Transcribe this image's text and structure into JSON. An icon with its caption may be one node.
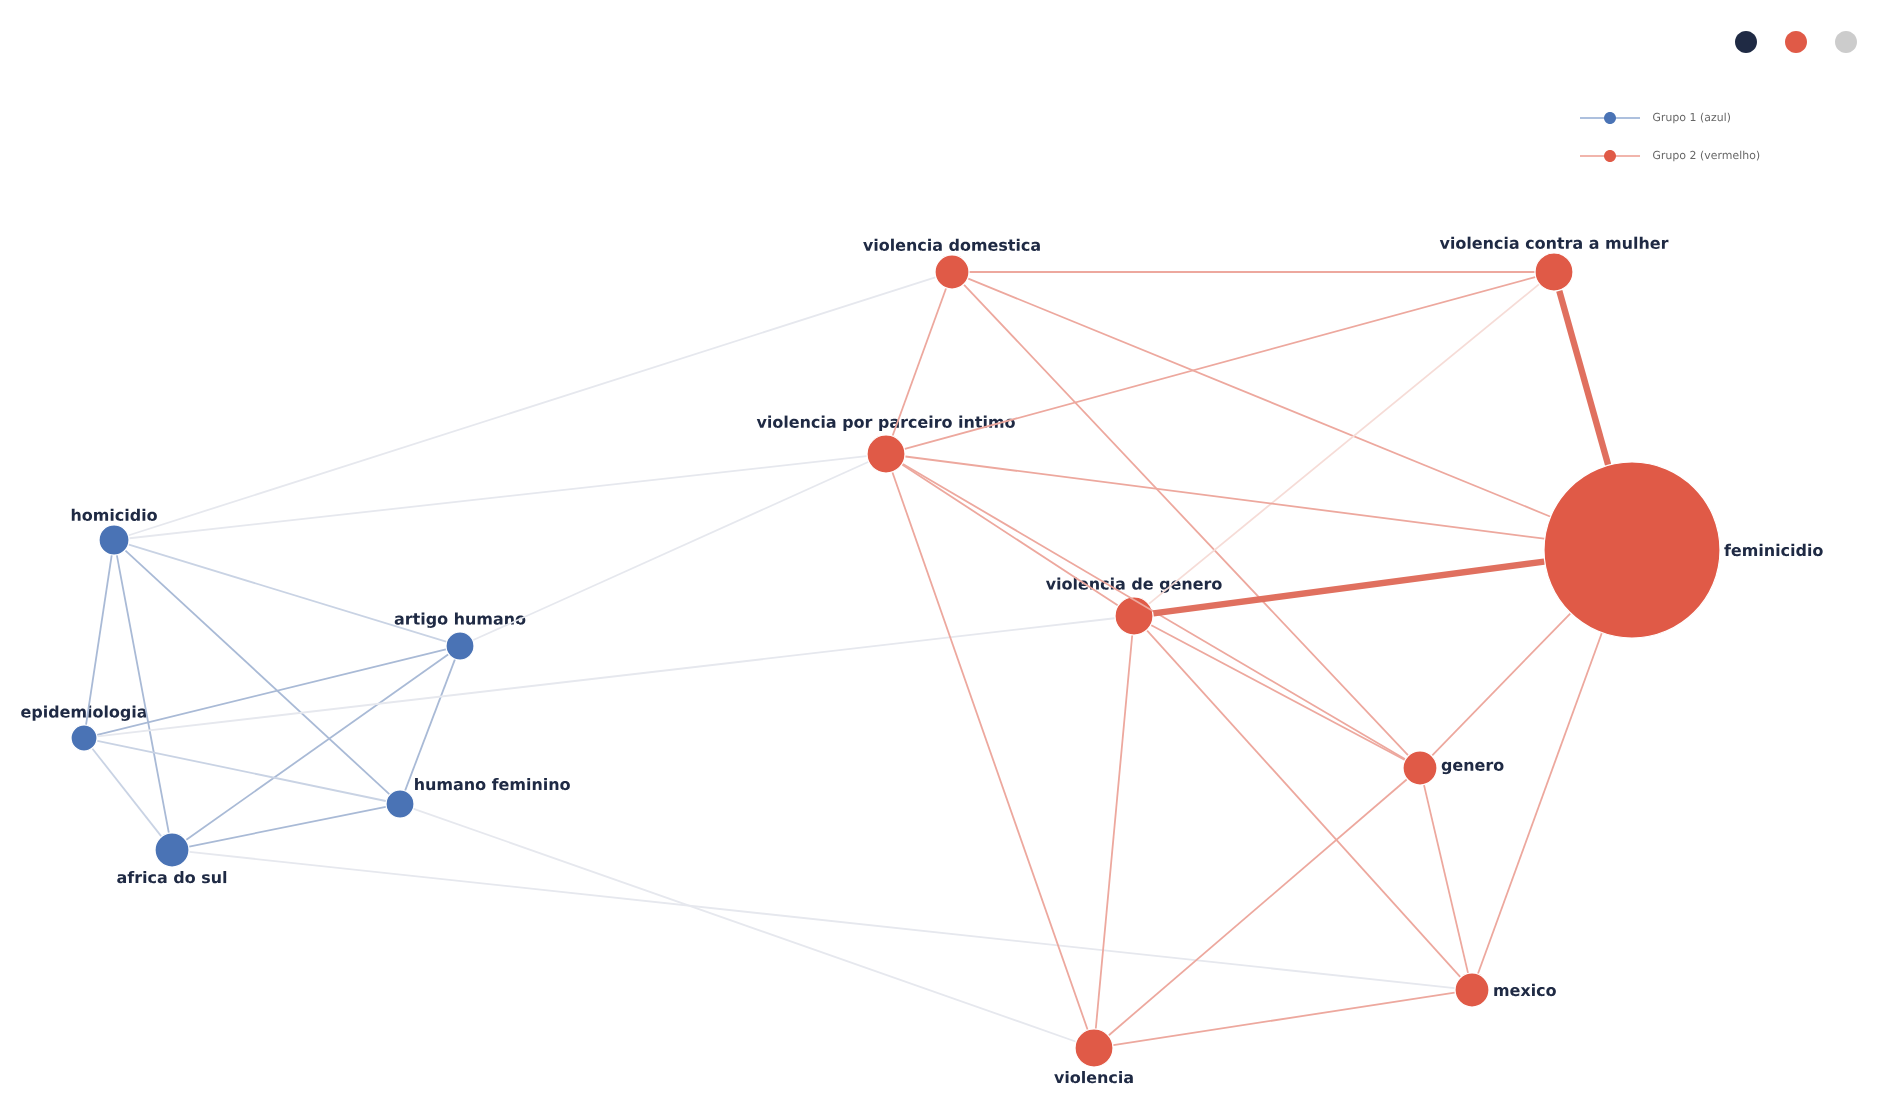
{
  "diagram": {
    "nodes": [
      {
        "text": [
          "homicidio"
        ]
      },
      {
        "text": [
          "artigo humano"
        ]
      },
      {
        "text": [
          "epidemiologia"
        ]
      },
      {
        "text": [
          "humano feminino"
        ]
      },
      {
        "text": [
          "africa do sul"
        ]
      },
      {
        "text": [
          "violencia domestica"
        ]
      },
      {
        "text": [
          "violencia contra a mulher"
        ]
      },
      {
        "text": [
          "violencia por parceiro intimo"
        ]
      },
      {
        "text": [
          "violencia de genero"
        ]
      },
      {
        "text": [
          "feminicidio"
        ]
      },
      {
        "text": [
          "genero"
        ]
      },
      {
        "text": [
          "mexico"
        ]
      },
      {
        "text": [
          "violencia"
        ]
      }
    ],
    "edges": [
      {
        "from": 0,
        "to": 2,
        "arrow": "none",
        "color": "#a9bad6"
      },
      {
        "from": 0,
        "to": 4,
        "arrow": "none",
        "color": "#a9bad6"
      },
      {
        "from": 0,
        "to": 3,
        "arrow": "none",
        "color": "#a9bad6"
      },
      {
        "from": 0,
        "to": 1,
        "arrow": "none",
        "color": "#c9d3e4"
      },
      {
        "from": 1,
        "to": 2,
        "arrow": "none",
        "color": "#a9bad6"
      },
      {
        "from": 1,
        "to": 4,
        "arrow": "none",
        "color": "#a9bad6"
      },
      {
        "from": 1,
        "to": 3,
        "arrow": "none",
        "color": "#a9bad6"
      },
      {
        "from": 2,
        "to": 3,
        "arrow": "none",
        "color": "#c9d3e4"
      },
      {
        "from": 2,
        "to": 4,
        "arrow": "none",
        "color": "#c9d3e4"
      },
      {
        "from": 3,
        "to": 4,
        "arrow": "none",
        "color": "#a9bad6"
      },
      {
        "from": 0,
        "to": 5,
        "arrow": "none",
        "color": "#e6e8ee"
      },
      {
        "from": 0,
        "to": 7,
        "arrow": "none",
        "color": "#e6e8ee"
      },
      {
        "from": 1,
        "to": 7,
        "arrow": "none",
        "color": "#e6e8ee"
      },
      {
        "from": 2,
        "to": 8,
        "arrow": "none",
        "color": "#e6e8ee"
      },
      {
        "from": 3,
        "to": 12,
        "arrow": "none",
        "color": "#e6e8ee"
      },
      {
        "from": 4,
        "to": 11,
        "arrow": "none",
        "color": "#e6e8ee"
      },
      {
        "from": 5,
        "to": 6,
        "arrow": "none"
      },
      {
        "from": 5,
        "to": 7,
        "arrow": "none"
      },
      {
        "from": 5,
        "to": 10,
        "arrow": "none"
      },
      {
        "from": 5,
        "to": 9,
        "arrow": "none"
      },
      {
        "from": 6,
        "to": 7,
        "arrow": "none"
      },
      {
        "from": 6,
        "to": 9,
        "arrow": "none",
        "style": "thick"
      },
      {
        "from": 6,
        "to": 8,
        "arrow": "none",
        "color": "#f6dcd7"
      },
      {
        "from": 7,
        "to": 9,
        "arrow": "none"
      },
      {
        "from": 7,
        "to": 8,
        "arrow": "none"
      },
      {
        "from": 7,
        "to": 10,
        "arrow": "none"
      },
      {
        "from": 7,
        "to": 12,
        "arrow": "none"
      },
      {
        "from": 8,
        "to": 9,
        "arrow": "none",
        "style": "thick"
      },
      {
        "from": 8,
        "to": 10,
        "arrow": "none"
      },
      {
        "from": 8,
        "to": 11,
        "arrow": "none"
      },
      {
        "from": 8,
        "to": 12,
        "arrow": "none"
      },
      {
        "from": 9,
        "to": 10,
        "arrow": "none"
      },
      {
        "from": 9,
        "to": 11,
        "arrow": "none"
      },
      {
        "from": 10,
        "to": 11,
        "arrow": "none"
      },
      {
        "from": 10,
        "to": 12,
        "arrow": "none"
      },
      {
        "from": 11,
        "to": 12,
        "arrow": "none"
      }
    ],
    "legend": [
      {
        "text": "Grupo 1 (azul)"
      },
      {
        "text": "Grupo 2 (vermelho)"
      }
    ]
  }
}
